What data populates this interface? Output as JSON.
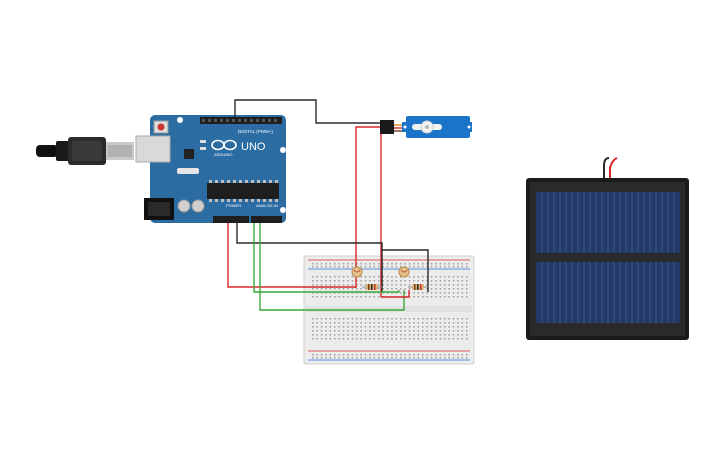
{
  "arduino": {
    "brand": "ARDUINO",
    "model": "UNO",
    "digital_label": "DIGITAL (PWM~)",
    "power_label": "POWER",
    "analog_label": "ANALOG IN"
  },
  "colors": {
    "board": "#2b6ca3",
    "board_dark": "#1f5685",
    "wire_red": "#d9262b",
    "wire_black": "#2a2a2a",
    "wire_green": "#39a83a",
    "servo": "#1a75c9",
    "solar_cell": "#233a66",
    "breadboard": "#ececec"
  },
  "components": {
    "usb_cable": "usb-cable",
    "servo": "micro-servo",
    "breadboard": "half-breadboard",
    "photoresistors": 2,
    "resistors": 2,
    "solar_panel": "solar-panel"
  }
}
